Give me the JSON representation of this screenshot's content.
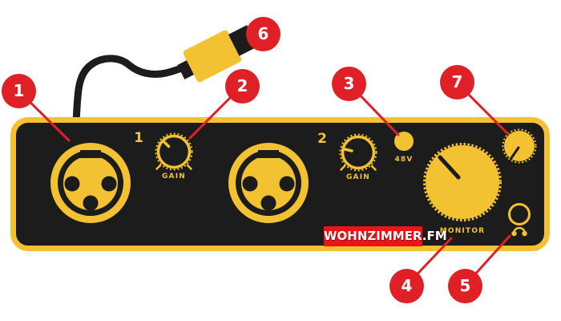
{
  "colors": {
    "accent_yellow": "#F2C233",
    "panel_black": "#1C1C1C",
    "callout_red": "#E02027",
    "badge_red": "#EE1219",
    "background": "#FFFFFF"
  },
  "panel": {
    "brand_badge": "WOHNZIMMER.FM",
    "input_1_label": "1",
    "input_2_label": "2",
    "gain_label_1": "GAIN",
    "gain_label_2": "GAIN",
    "phantom_label": "48V",
    "monitor_label": "MONITOR"
  },
  "callouts": [
    {
      "number": "1",
      "target": "xlr-input-1"
    },
    {
      "number": "2",
      "target": "gain-knob-1"
    },
    {
      "number": "3",
      "target": "phantom-power-48v-button"
    },
    {
      "number": "4",
      "target": "monitor-knob"
    },
    {
      "number": "5",
      "target": "headphone-output"
    },
    {
      "number": "6",
      "target": "usb-connector"
    },
    {
      "number": "7",
      "target": "headphone-level-knob"
    }
  ]
}
